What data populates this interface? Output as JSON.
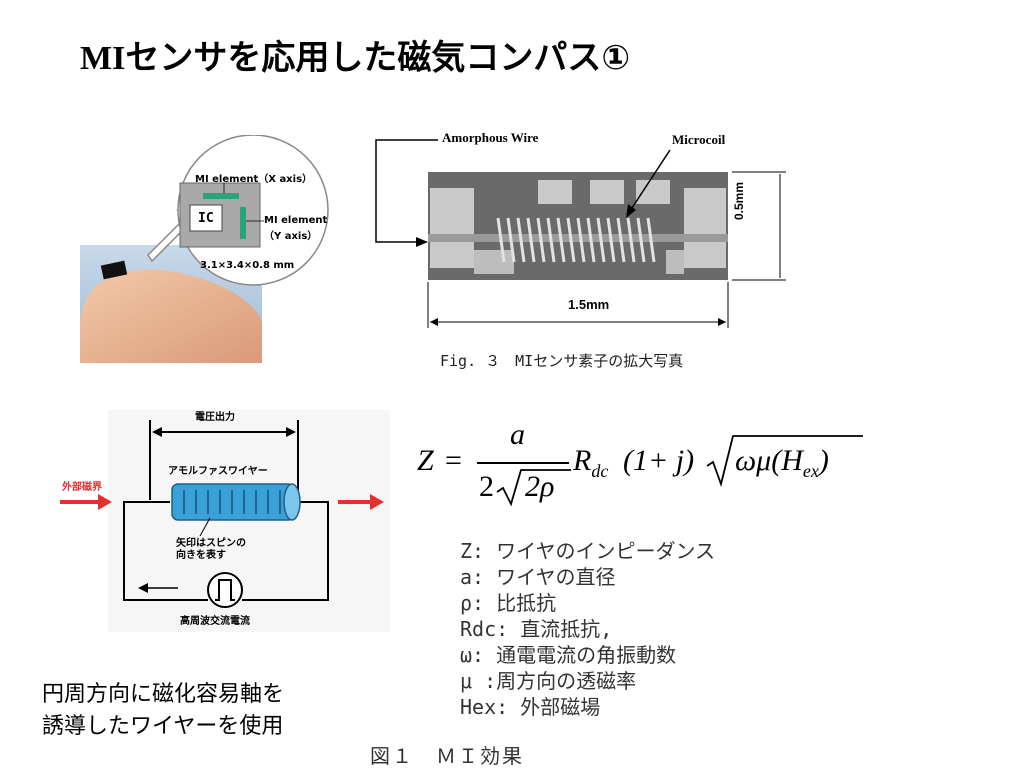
{
  "title": {
    "latin": "MI",
    "jp": "センサを応用した磁気コンパス①"
  },
  "chip_figure": {
    "element_x": "MI element（X axis）",
    "ic_label": "IC",
    "element_y_line1": "MI element",
    "element_y_line2": "（Y axis）",
    "dimensions": "3.1×3.4×0.8 mm"
  },
  "micro_figure": {
    "amorphous_wire": "Amorphous Wire",
    "microcoil": "Microcoil",
    "height": "0.5mm",
    "width": "1.5mm",
    "caption": "Fig. ３　MIセンサ素子の拡大写真"
  },
  "circuit_figure": {
    "voltage_output": "電圧出力",
    "amorphous_wire": "アモルファスワイヤー",
    "external_field": "外部磁界",
    "arrow_note_line1": "矢印はスピンの",
    "arrow_note_line2": "向きを表す",
    "hf_current": "高周波交流電流"
  },
  "formula": {
    "lhs": "Z",
    "numerator": "a",
    "denominator_coef": "2",
    "denominator_root": "2ρ",
    "r": "R",
    "r_sub": "dc",
    "paren": "(1+ j)",
    "root_content": "ωμ(H",
    "h_sub": "ex",
    "root_close": ")"
  },
  "legend": [
    "Z: ワイヤのインピーダンス",
    "a: ワイヤの直径",
    "ρ: 比抵抗",
    "Rdc: 直流抵抗,",
    "ω: 通電電流の角振動数",
    "μ :周方向の透磁率",
    "Hex: 外部磁場"
  ],
  "note": {
    "line1": "円周方向に磁化容易軸を",
    "line2": "誘導したワイヤーを使用"
  },
  "figure_label": "図１　ＭＩ効果",
  "colors": {
    "element_green": "#2aa37a",
    "red_arrow": "#e53030",
    "wire_blue": "#3aa0d8",
    "micro_bg": "#6a6a6a"
  }
}
